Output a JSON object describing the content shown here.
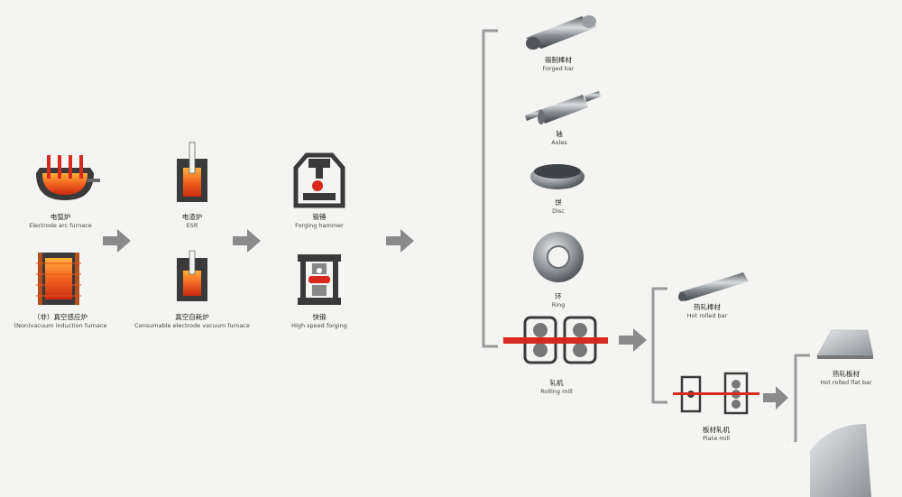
{
  "nodes": {
    "arc_furnace": {
      "zh": "电弧炉",
      "en": "Electrode arc furnace"
    },
    "induction": {
      "zh": "（非）真空感应炉",
      "en": "(Non)vacuum induction furnace"
    },
    "esr": {
      "zh": "电渣炉",
      "en": "ESR"
    },
    "consumable": {
      "zh": "真空自耗炉",
      "en": "Consumable electrode vacuum furnace"
    },
    "forging_hammer": {
      "zh": "锻锤",
      "en": "Forging hammer"
    },
    "high_speed": {
      "zh": "快锻",
      "en": "High speed forging"
    },
    "forged_bar": {
      "zh": "锻制棒材",
      "en": "Forged bar"
    },
    "axles": {
      "zh": "轴",
      "en": "Axles"
    },
    "disc": {
      "zh": "饼",
      "en": "Disc"
    },
    "ring": {
      "zh": "环",
      "en": "Ring"
    },
    "rolling_mill": {
      "zh": "轧机",
      "en": "Rolling mill"
    },
    "hot_rolled_bar": {
      "zh": "热轧棒材",
      "en": "Hot rolled bar"
    },
    "plate_mill": {
      "zh": "板材轧机",
      "en": "Plate mill"
    },
    "hot_rolled_flat": {
      "zh": "热轧板材",
      "en": "Hot rolled flat bar"
    }
  },
  "colors": {
    "background": "#f4f4f2",
    "line": "#9a9a9a",
    "arrow": "#8a8a8a",
    "dark": "#2e2e2e",
    "accent_red": "#d9281e",
    "molten": "#e8521c"
  },
  "watermark": "…"
}
